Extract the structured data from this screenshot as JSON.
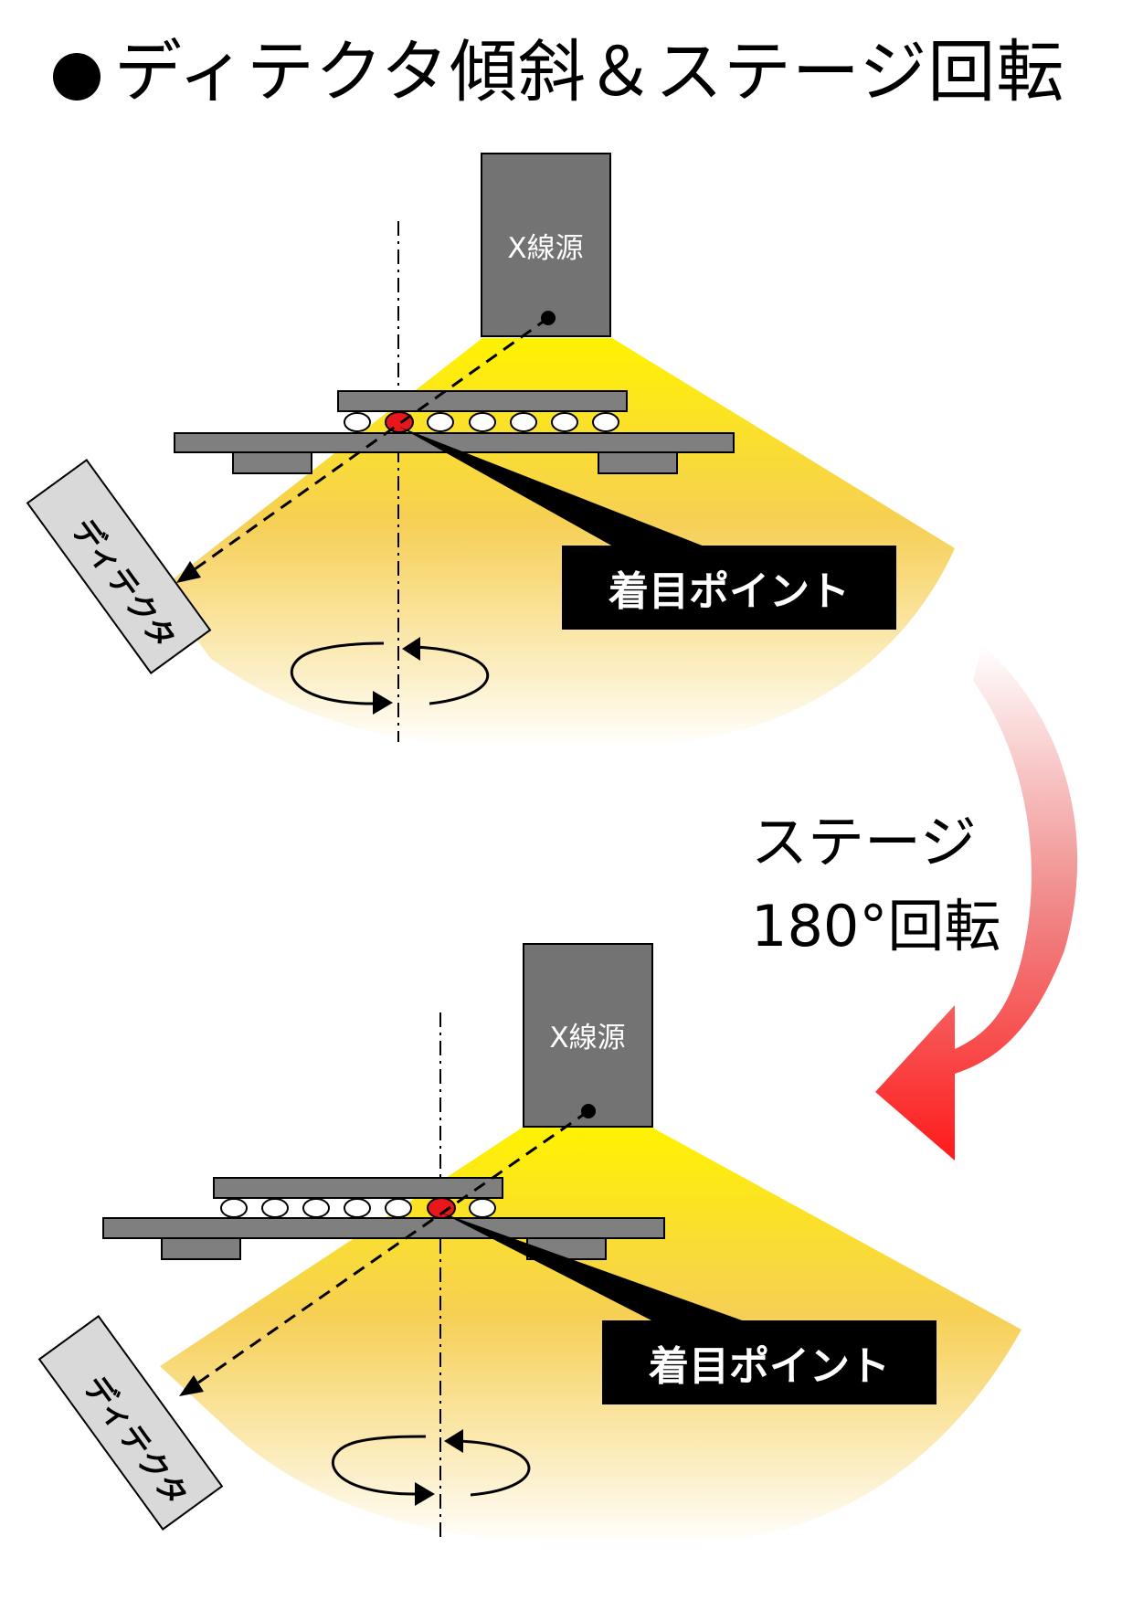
{
  "title": "ディテクタ傾斜＆ステージ回転",
  "panels": [
    {
      "source_label": "X線源",
      "detector_label": "ディテクタ",
      "point_label": "着目ポイント"
    },
    {
      "source_label": "X線源",
      "detector_label": "ディテクタ",
      "point_label": "着目ポイント"
    }
  ],
  "rotation_label_line1": "ステージ",
  "rotation_label_line2": "180°回転",
  "colors": {
    "beam_top": "#fff200",
    "beam_bottom": "#ffffff",
    "beam_mid": "#f6c94a",
    "source_fill": "#737373",
    "board_fill": "#7f7f7f",
    "detector_fill": "#d9d9d9",
    "focus_point": "#e8171c",
    "arrow_red": "#ff1a1a"
  }
}
